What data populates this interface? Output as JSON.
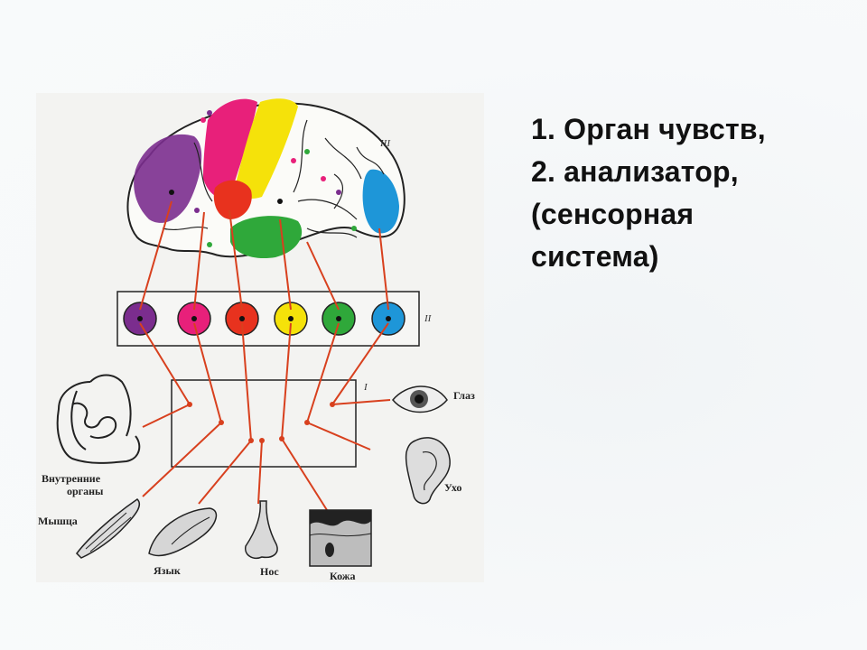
{
  "slide": {
    "text_lines": [
      "1. Орган чувств,",
      "2. анализатор,",
      "(сенсорная",
      "система)"
    ]
  },
  "diagram": {
    "level_labels": {
      "top": "III",
      "middle": "II",
      "bottom": "I"
    },
    "captions": {
      "internal_organs_line1": "Внутренние",
      "internal_organs_line2": "органы",
      "muscle": "Мышца",
      "tongue": "Язык",
      "nose": "Нос",
      "skin": "Кожа",
      "eye": "Глаз",
      "ear": "Ухо"
    },
    "circle_colors": [
      "#7b2d8e",
      "#e8207a",
      "#e8321e",
      "#f5e20a",
      "#2fa83a",
      "#1e96d8"
    ],
    "line_color": "#d8401e"
  }
}
